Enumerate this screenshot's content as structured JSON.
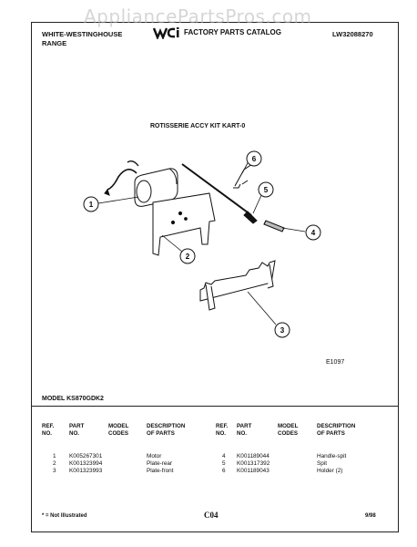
{
  "watermark": "AppliancePartsPros.com",
  "header": {
    "brand_line1": "WHITE-WESTINGHOUSE",
    "brand_line2": "RANGE",
    "catalog_title": "FACTORY PARTS CATALOG",
    "catalog_number": "LW32088270"
  },
  "diagram": {
    "title": "ROTISSERIE ACCY KIT KART-0",
    "callouts": [
      "1",
      "2",
      "3",
      "4",
      "5",
      "6"
    ],
    "code": "E1097"
  },
  "model": "MODEL KS870GDK2",
  "table": {
    "headers": {
      "ref": [
        "REF.",
        "NO."
      ],
      "part": [
        "PART",
        "NO."
      ],
      "model": [
        "MODEL",
        "CODES"
      ],
      "desc": [
        "DESCRIPTION",
        "OF PARTS"
      ]
    },
    "left_rows": [
      {
        "ref": "1",
        "part": "K005267301",
        "desc": "Motor"
      },
      {
        "ref": "2",
        "part": "K001323994",
        "desc": "Plate-rear"
      },
      {
        "ref": "3",
        "part": "K001323993",
        "desc": "Plate-front"
      }
    ],
    "right_rows": [
      {
        "ref": "4",
        "part": "K001189044",
        "desc": "Handle-spit"
      },
      {
        "ref": "5",
        "part": "K001317392",
        "desc": "Spit"
      },
      {
        "ref": "6",
        "part": "K001189043",
        "desc": "Holder (2)"
      }
    ]
  },
  "footer": {
    "note": "* = Not Illustrated",
    "page": "C04",
    "date": "9/98"
  }
}
